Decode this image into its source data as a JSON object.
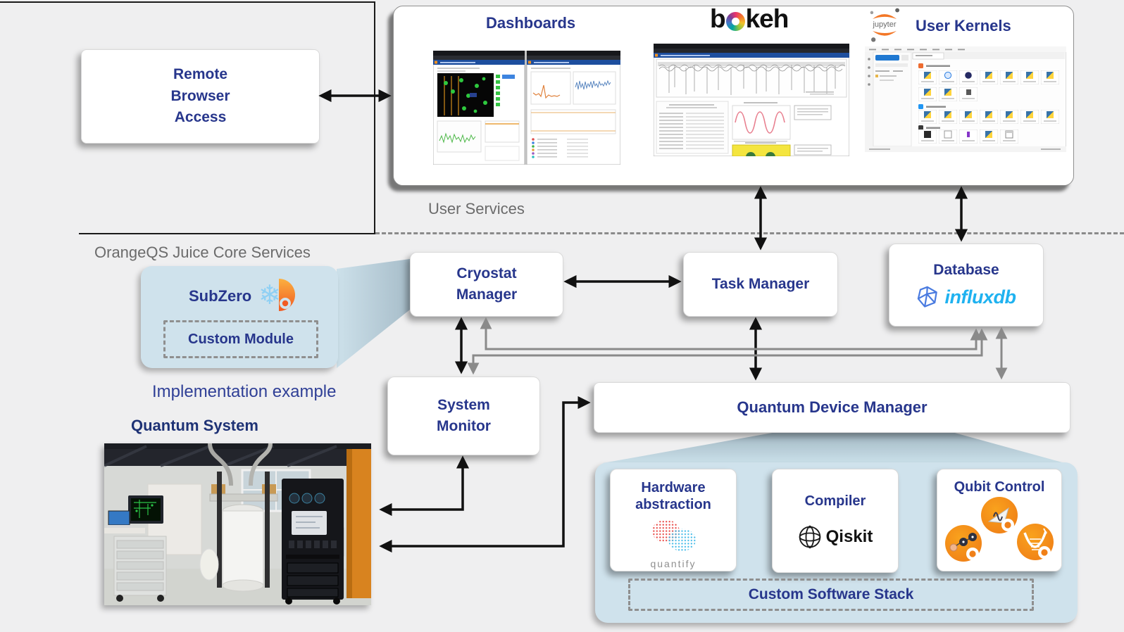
{
  "colors": {
    "navy": "#27368c",
    "text_gray": "#6b6b6b",
    "orange": "#f6921e",
    "influx_cyan": "#1fb2f0",
    "panel_blue": "#cfe2ec",
    "arrow_gray": "#8a8a8a",
    "arrow_black": "#111111"
  },
  "top_left": {
    "remote_browser_access": "Remote\nBrowser\nAccess"
  },
  "user_services": {
    "panel_label": "User Services",
    "dashboards_label": "Dashboards",
    "bokeh_logo": {
      "left": "b",
      "right": "keh"
    },
    "jupyter_logo_text": "jupyter",
    "user_kernels_label": "User Kernels"
  },
  "core": {
    "section_label": "OrangeQS Juice Core Services",
    "cryostat_manager": "Cryostat\nManager",
    "task_manager": "Task Manager",
    "database": "Database",
    "influxdb_logo_text": "influxdb",
    "system_monitor": "System\nMonitor",
    "quantum_device_manager": "Quantum Device Manager"
  },
  "implementation": {
    "caption": "Implementation example",
    "subzero": {
      "title": "SubZero",
      "custom_module": "Custom Module"
    },
    "quantum_system_label": "Quantum System"
  },
  "software_stack": {
    "hardware_abstraction": "Hardware\nabstraction",
    "quantify_logo_text": "quantify",
    "compiler": "Compiler",
    "qiskit_logo_text": "Qiskit",
    "qubit_control": "Qubit Control",
    "custom_software_stack": "Custom Software Stack"
  }
}
